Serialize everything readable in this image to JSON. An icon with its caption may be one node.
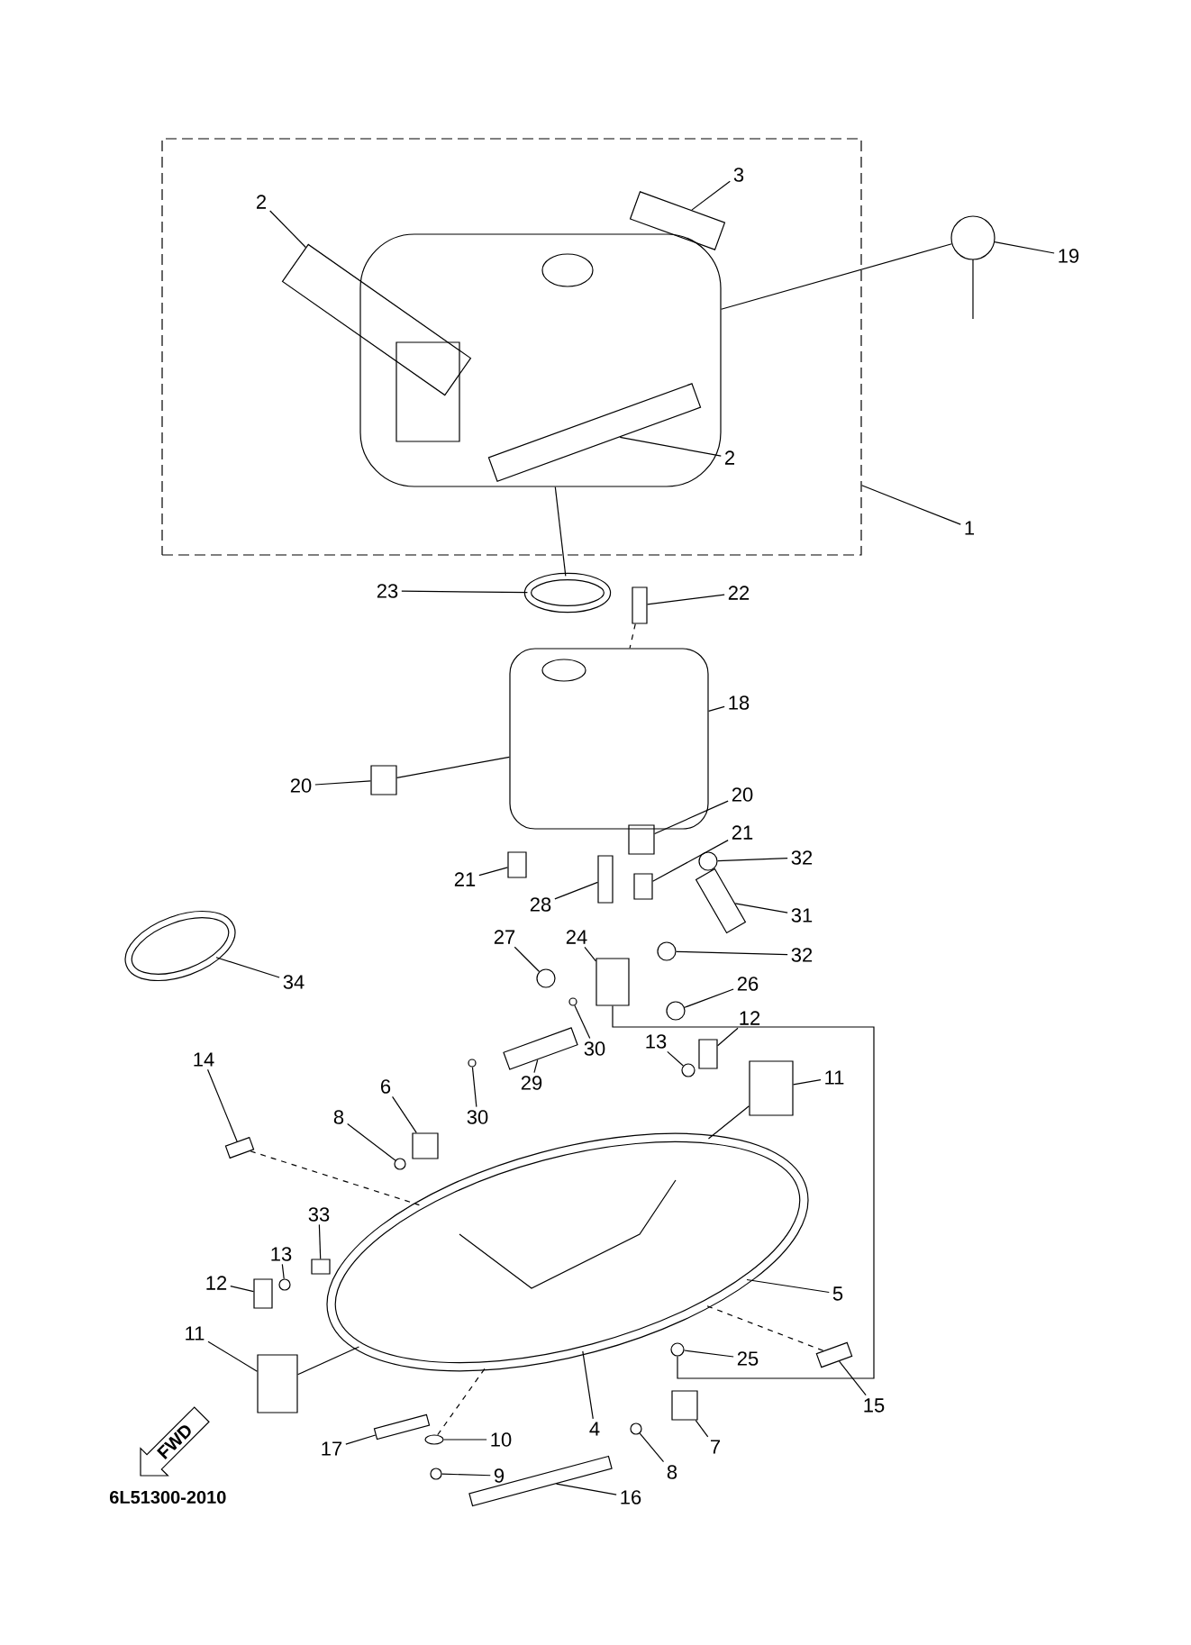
{
  "diagram": {
    "nodes": [
      {
        "text": [],
        "shape": "box"
      },
      {
        "text": [],
        "shape": "picture",
        "in": 0
      },
      {
        "text": [],
        "shape": "box",
        "in": 0
      },
      {
        "text": [],
        "shape": "box",
        "in": 1
      },
      {
        "text": [],
        "shape": "box",
        "in": 0
      },
      {
        "text": [
          "1"
        ]
      },
      {
        "text": [
          "2"
        ],
        "in": 0
      },
      {
        "text": [
          "2"
        ],
        "in": 0
      },
      {
        "text": [
          "3"
        ],
        "in": 0
      },
      {
        "text": [],
        "shape": "picture"
      },
      {
        "text": [
          "19"
        ]
      },
      {
        "text": [],
        "shape": "circle"
      },
      {
        "text": [
          "23"
        ]
      },
      {
        "text": [],
        "shape": "box"
      },
      {
        "text": [
          "22"
        ]
      },
      {
        "text": [],
        "shape": "picture"
      },
      {
        "text": [
          "18"
        ]
      },
      {
        "text": [],
        "shape": "box"
      },
      {
        "text": [
          "20"
        ]
      },
      {
        "text": [],
        "shape": "box"
      },
      {
        "text": [
          "20"
        ]
      },
      {
        "text": [],
        "shape": "box"
      },
      {
        "text": [
          "21"
        ]
      },
      {
        "text": [],
        "shape": "box"
      },
      {
        "text": [
          "21"
        ]
      },
      {
        "text": [],
        "shape": "circle"
      },
      {
        "text": [
          "32"
        ]
      },
      {
        "text": [],
        "shape": "box"
      },
      {
        "text": [
          "28"
        ]
      },
      {
        "text": [],
        "shape": "box"
      },
      {
        "text": [
          "31"
        ]
      },
      {
        "text": [
          "34"
        ]
      },
      {
        "text": [],
        "shape": "circle"
      },
      {
        "text": [
          "27"
        ]
      },
      {
        "text": [],
        "shape": "circle"
      },
      {
        "text": [
          "24"
        ]
      },
      {
        "text": [],
        "shape": "box"
      },
      {
        "text": [
          "32"
        ]
      },
      {
        "text": [],
        "shape": "circle"
      },
      {
        "text": [
          "26"
        ]
      },
      {
        "text": [],
        "shape": "circle"
      },
      {
        "text": [
          "30"
        ]
      },
      {
        "text": [],
        "shape": "circle"
      },
      {
        "text": [
          "13"
        ]
      },
      {
        "text": [],
        "shape": "circle"
      },
      {
        "text": [
          "12"
        ]
      },
      {
        "text": [],
        "shape": "box"
      },
      {
        "text": [
          "11"
        ]
      },
      {
        "text": [],
        "shape": "box"
      },
      {
        "text": [
          "29"
        ]
      },
      {
        "text": [],
        "shape": "box"
      },
      {
        "text": [
          "30"
        ]
      },
      {
        "text": [],
        "shape": "circle"
      },
      {
        "text": [
          "14"
        ]
      },
      {
        "text": [],
        "shape": "box"
      },
      {
        "text": [
          "6"
        ]
      },
      {
        "text": [],
        "shape": "box"
      },
      {
        "text": [
          "8"
        ]
      },
      {
        "text": [],
        "shape": "circle"
      },
      {
        "text": [
          "33"
        ]
      },
      {
        "text": [],
        "shape": "box"
      },
      {
        "text": [
          "13"
        ]
      },
      {
        "text": [],
        "shape": "circle"
      },
      {
        "text": [
          "12"
        ]
      },
      {
        "text": [],
        "shape": "box"
      },
      {
        "text": [
          "11"
        ]
      },
      {
        "text": [],
        "shape": "box"
      },
      {
        "text": [],
        "shape": "picture"
      },
      {
        "text": [
          "5"
        ]
      },
      {
        "text": [
          "4"
        ]
      },
      {
        "text": [
          "25"
        ]
      },
      {
        "text": [],
        "shape": "circle"
      },
      {
        "text": [
          "15"
        ]
      },
      {
        "text": [],
        "shape": "box"
      },
      {
        "text": [
          "7"
        ]
      },
      {
        "text": [],
        "shape": "box"
      },
      {
        "text": [
          "17"
        ]
      },
      {
        "text": [],
        "shape": "box"
      },
      {
        "text": [
          "10"
        ]
      },
      {
        "text": [],
        "shape": "circle"
      },
      {
        "text": [
          "8"
        ]
      },
      {
        "text": [],
        "shape": "circle"
      },
      {
        "text": [
          "9"
        ]
      },
      {
        "text": [],
        "shape": "circle"
      },
      {
        "text": [
          "16"
        ]
      },
      {
        "text": [],
        "shape": "box"
      },
      {
        "text": [
          "FWD"
        ]
      }
    ],
    "edges": [
      {
        "from": 5,
        "to": 0,
        "arrow": "none"
      },
      {
        "from": 6,
        "to": 2,
        "arrow": "none"
      },
      {
        "from": 7,
        "to": 3,
        "arrow": "none"
      },
      {
        "from": 8,
        "to": 4,
        "arrow": "none"
      },
      {
        "from": 10,
        "to": 9,
        "arrow": "none"
      },
      {
        "from": 12,
        "to": 11,
        "arrow": "none"
      },
      {
        "from": 14,
        "to": 13,
        "arrow": "none"
      },
      {
        "from": 16,
        "to": 15,
        "arrow": "none"
      },
      {
        "from": 18,
        "to": 17,
        "arrow": "none"
      },
      {
        "from": 20,
        "to": 19,
        "arrow": "none"
      },
      {
        "from": 22,
        "to": 21,
        "arrow": "none"
      },
      {
        "from": 24,
        "to": 23,
        "arrow": "none"
      },
      {
        "from": 26,
        "to": 25,
        "arrow": "none"
      },
      {
        "from": 28,
        "to": 27,
        "arrow": "none"
      },
      {
        "from": 30,
        "to": 29,
        "arrow": "none"
      },
      {
        "from": 31,
        "to": 32,
        "arrow": "none"
      },
      {
        "from": 33,
        "to": 34,
        "arrow": "none"
      },
      {
        "from": 35,
        "to": 36,
        "arrow": "none"
      },
      {
        "from": 37,
        "to": 38,
        "arrow": "none"
      },
      {
        "from": 39,
        "to": 40,
        "arrow": "none"
      },
      {
        "from": 41,
        "to": 42,
        "arrow": "none"
      },
      {
        "from": 43,
        "to": 44,
        "arrow": "none"
      },
      {
        "from": 45,
        "to": 46,
        "arrow": "none"
      },
      {
        "from": 47,
        "to": 48,
        "arrow": "none"
      },
      {
        "from": 49,
        "to": 50,
        "arrow": "none"
      },
      {
        "from": 51,
        "to": 52,
        "arrow": "none"
      },
      {
        "from": 53,
        "to": 54,
        "arrow": "none"
      },
      {
        "from": 55,
        "to": 56,
        "arrow": "none"
      },
      {
        "from": 57,
        "to": 58,
        "arrow": "none"
      },
      {
        "from": 59,
        "to": 60,
        "arrow": "none"
      },
      {
        "from": 61,
        "to": 62,
        "arrow": "none"
      },
      {
        "from": 63,
        "to": 64,
        "arrow": "none"
      },
      {
        "from": 65,
        "to": 66,
        "arrow": "none"
      },
      {
        "from": 68,
        "to": 67,
        "arrow": "none"
      },
      {
        "from": 69,
        "to": 67,
        "arrow": "none"
      },
      {
        "from": 70,
        "to": 71,
        "arrow": "none"
      },
      {
        "from": 72,
        "to": 73,
        "arrow": "none"
      },
      {
        "from": 74,
        "to": 75,
        "arrow": "none"
      },
      {
        "from": 76,
        "to": 77,
        "arrow": "none"
      },
      {
        "from": 78,
        "to": 79,
        "arrow": "none"
      },
      {
        "from": 80,
        "to": 81,
        "arrow": "none"
      },
      {
        "from": 82,
        "to": 83,
        "arrow": "none"
      },
      {
        "from": 84,
        "to": 85,
        "arrow": "none"
      },
      {
        "from": 1,
        "to": 11,
        "arrow": "none"
      },
      {
        "from": 1,
        "to": 9,
        "arrow": "none"
      },
      {
        "from": 13,
        "to": 15,
        "arrow": "none",
        "style": "dashed"
      },
      {
        "from": 17,
        "to": 15,
        "arrow": "none"
      },
      {
        "from": 54,
        "to": 67,
        "arrow": "none",
        "style": "dashed"
      },
      {
        "from": 73,
        "to": 67,
        "arrow": "none",
        "style": "dashed"
      },
      {
        "from": 66,
        "to": 67,
        "arrow": "none"
      },
      {
        "from": 48,
        "to": 67,
        "arrow": "none"
      },
      {
        "from": 79,
        "to": 67,
        "arrow": "none",
        "style": "dashed"
      },
      {
        "from": 36,
        "to": 71,
        "arrow": "none"
      }
    ],
    "labels": [
      "6L51300-2010"
    ]
  }
}
